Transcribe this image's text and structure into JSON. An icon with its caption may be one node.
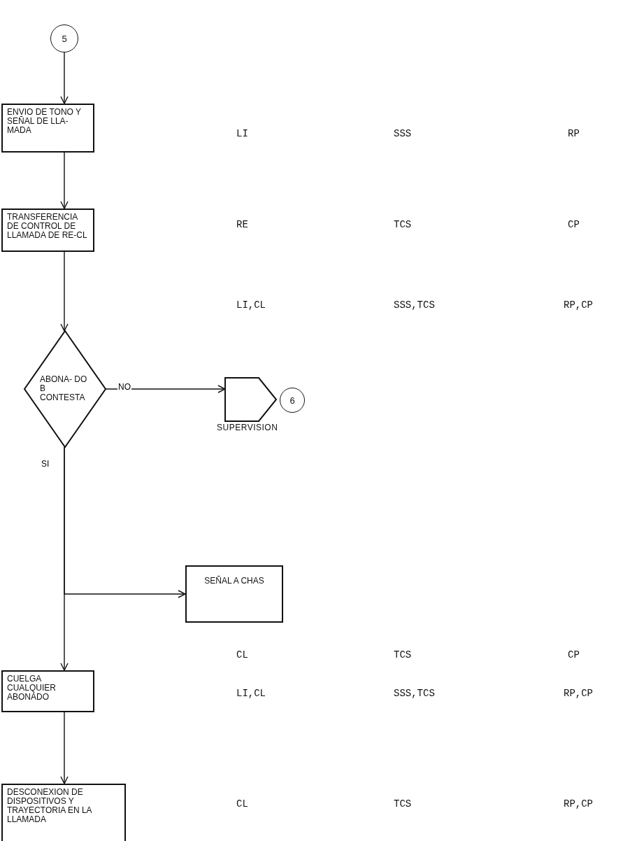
{
  "diagram": {
    "nodes": [
      {
        "text": [
          "5"
        ]
      },
      {
        "text": [
          "ENVIO DE TONO Y SEÑAL DE LLA- MADA"
        ]
      },
      {
        "text": [
          "TRANSFERENCIA DE CONTROL DE LLAMADA DE RE-CL"
        ]
      },
      {
        "text": [
          "ABONA- DO B CONTESTA"
        ]
      },
      {
        "text": [
          "SUPERVISION"
        ]
      },
      {
        "text": [
          "6"
        ]
      },
      {
        "text": [
          "SEÑAL A CHAS"
        ]
      },
      {
        "text": [
          "CUELGA CUALQUIER ABONADO"
        ]
      },
      {
        "text": [
          "DESCONEXION DE DISPOSITIVOS Y TRAYECTORIA EN LA LLAMADA"
        ]
      }
    ],
    "edges": [
      {
        "from": 0,
        "to": 1,
        "arrow": "to"
      },
      {
        "from": 1,
        "to": 2,
        "arrow": "to"
      },
      {
        "from": 2,
        "to": 3,
        "arrow": "to"
      },
      {
        "from": 3,
        "to": 4,
        "arrow": "to",
        "label": "NO"
      },
      {
        "from": 3,
        "to": 6,
        "arrow": "to"
      },
      {
        "from": 3,
        "to": 7,
        "arrow": "to",
        "label": "SI"
      },
      {
        "from": 7,
        "to": 8,
        "arrow": "to"
      }
    ],
    "labels": [
      "LI",
      "SSS",
      "RP",
      "RE",
      "TCS",
      "CP",
      "LI,CL",
      "SSS,TCS",
      "RP,CP",
      "CL",
      "TCS",
      "CP",
      "LI,CL",
      "SSS,TCS",
      "RP,CP",
      "CL",
      "TCS",
      "RP,CP"
    ]
  }
}
